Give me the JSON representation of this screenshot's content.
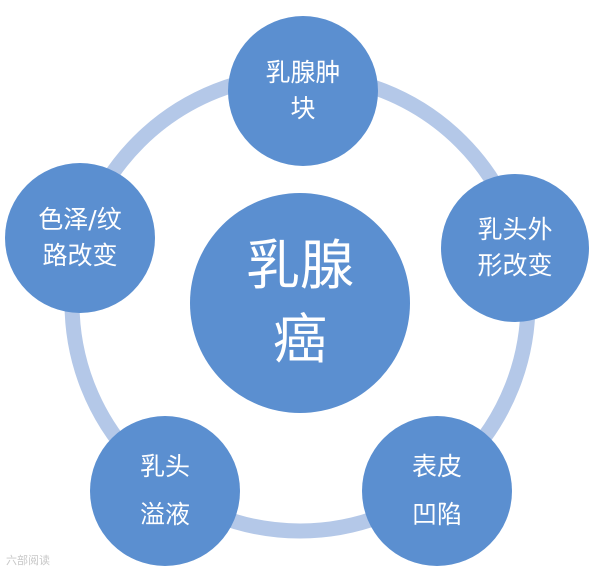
{
  "diagram": {
    "center": {
      "line1": "乳腺",
      "line2": "癌"
    },
    "nodes": [
      {
        "line1": "乳腺肿",
        "line2": "块"
      },
      {
        "line1": "乳头外",
        "line2": "形改变"
      },
      {
        "line1": "表皮",
        "line2": "凹陷"
      },
      {
        "line1": "乳头",
        "line2": "溢液"
      },
      {
        "line1": "色泽/纹",
        "line2": "路改变"
      }
    ],
    "colors": {
      "node_fill": "#5b8fd0",
      "ring": "#b4c8e8",
      "text": "#ffffff"
    }
  },
  "watermark": {
    "text": "六部阅读"
  }
}
